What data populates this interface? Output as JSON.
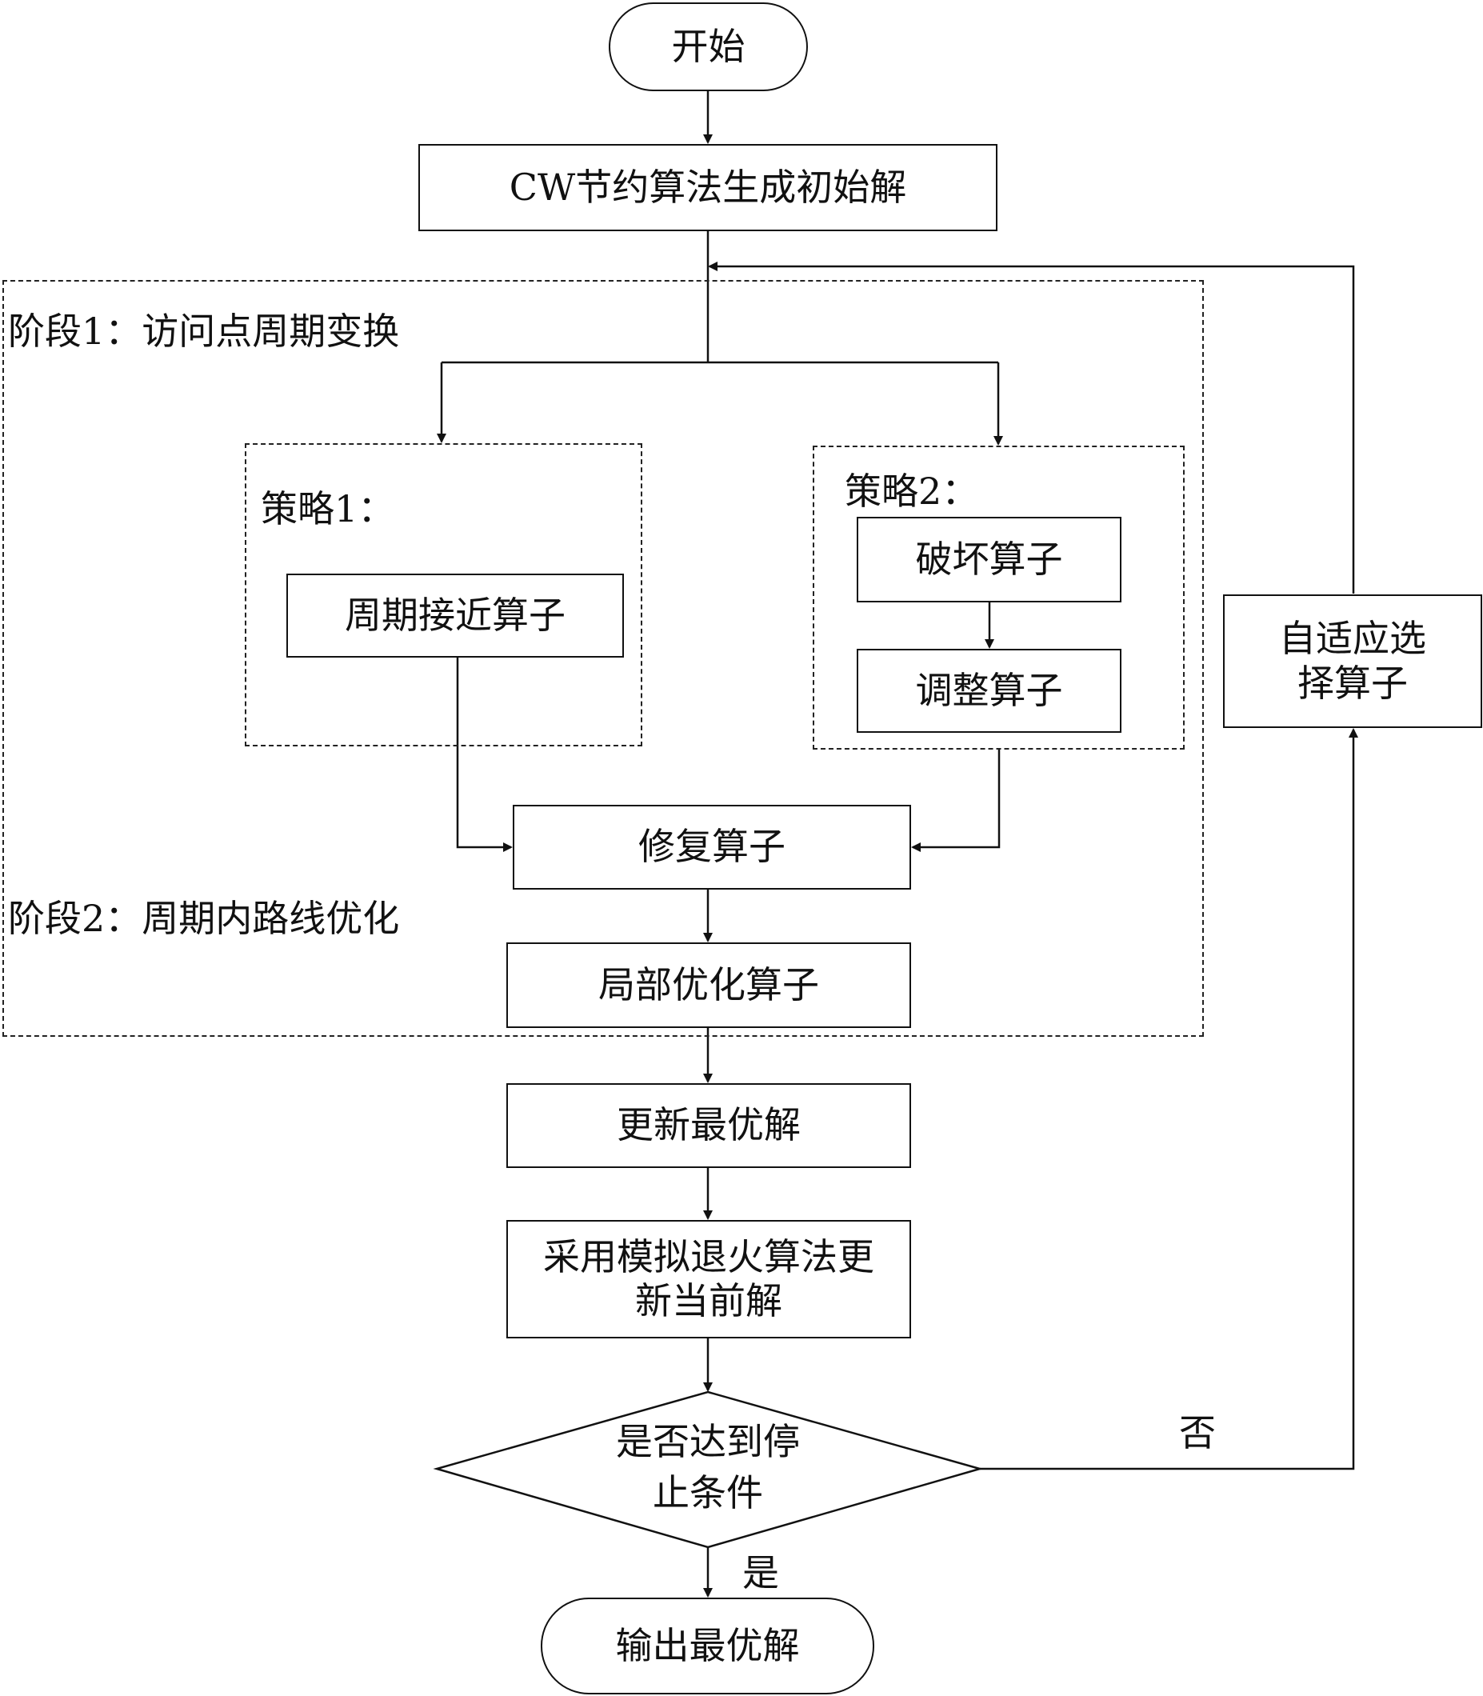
{
  "flowchart": {
    "start": "开始",
    "init": "CW节约算法生成初始解",
    "stage1_label": "阶段1：访问点周期变换",
    "stage2_label": "阶段2：周期内路线优化",
    "strategy1": {
      "label": "策略1：",
      "operator": "周期接近算子"
    },
    "strategy2": {
      "label": "策略2：",
      "destroy": "破坏算子",
      "adjust": "调整算子"
    },
    "repair": "修复算子",
    "local_opt": "局部优化算子",
    "update_best": "更新最优解",
    "sa_update": "采用模拟退火算法更新当前解",
    "decision": "是否达到停止条件",
    "yes": "是",
    "no": "否",
    "adaptive": "自适应选择算子",
    "output": "输出最优解"
  }
}
